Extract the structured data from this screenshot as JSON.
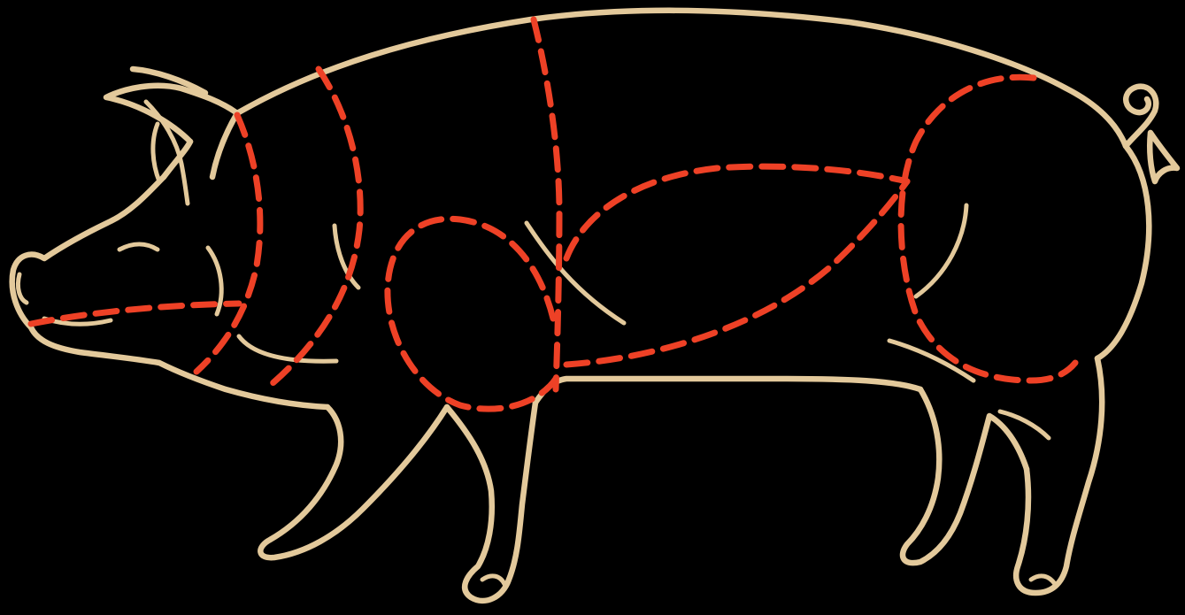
{
  "diagram": {
    "subject": "pig-butcher-cuts",
    "background_color": "#000000",
    "outline_color": "#e3c99b",
    "cut_line_color": "#ee4126",
    "cut_regions": [
      "head-jowl",
      "neck-collar",
      "shoulder",
      "foreleg-hock",
      "loin",
      "belly",
      "ham"
    ]
  }
}
